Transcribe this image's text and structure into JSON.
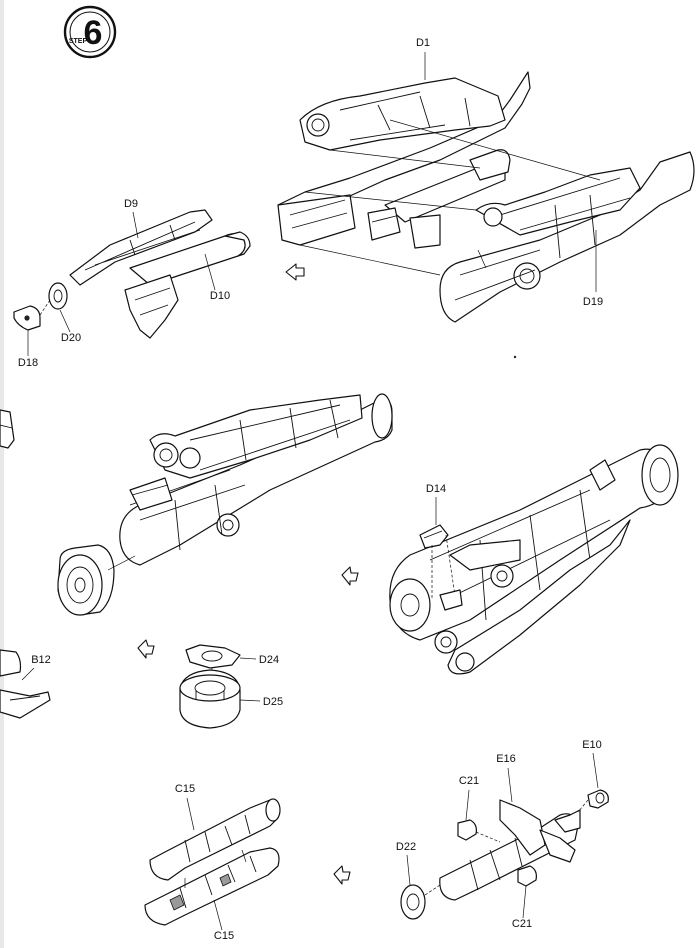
{
  "step": {
    "number": "6",
    "label": "STEP"
  },
  "parts": {
    "d1": "D1",
    "d9": "D9",
    "d10": "D10",
    "d14": "D14",
    "d18": "D18",
    "d19": "D19",
    "d20": "D20",
    "d22": "D22",
    "d24": "D24",
    "d25": "D25",
    "b12": "B12",
    "c15_top": "C15",
    "c15_bottom": "C15",
    "c21_top": "C21",
    "c21_bottom": "C21",
    "e10": "E10",
    "e16": "E16"
  }
}
